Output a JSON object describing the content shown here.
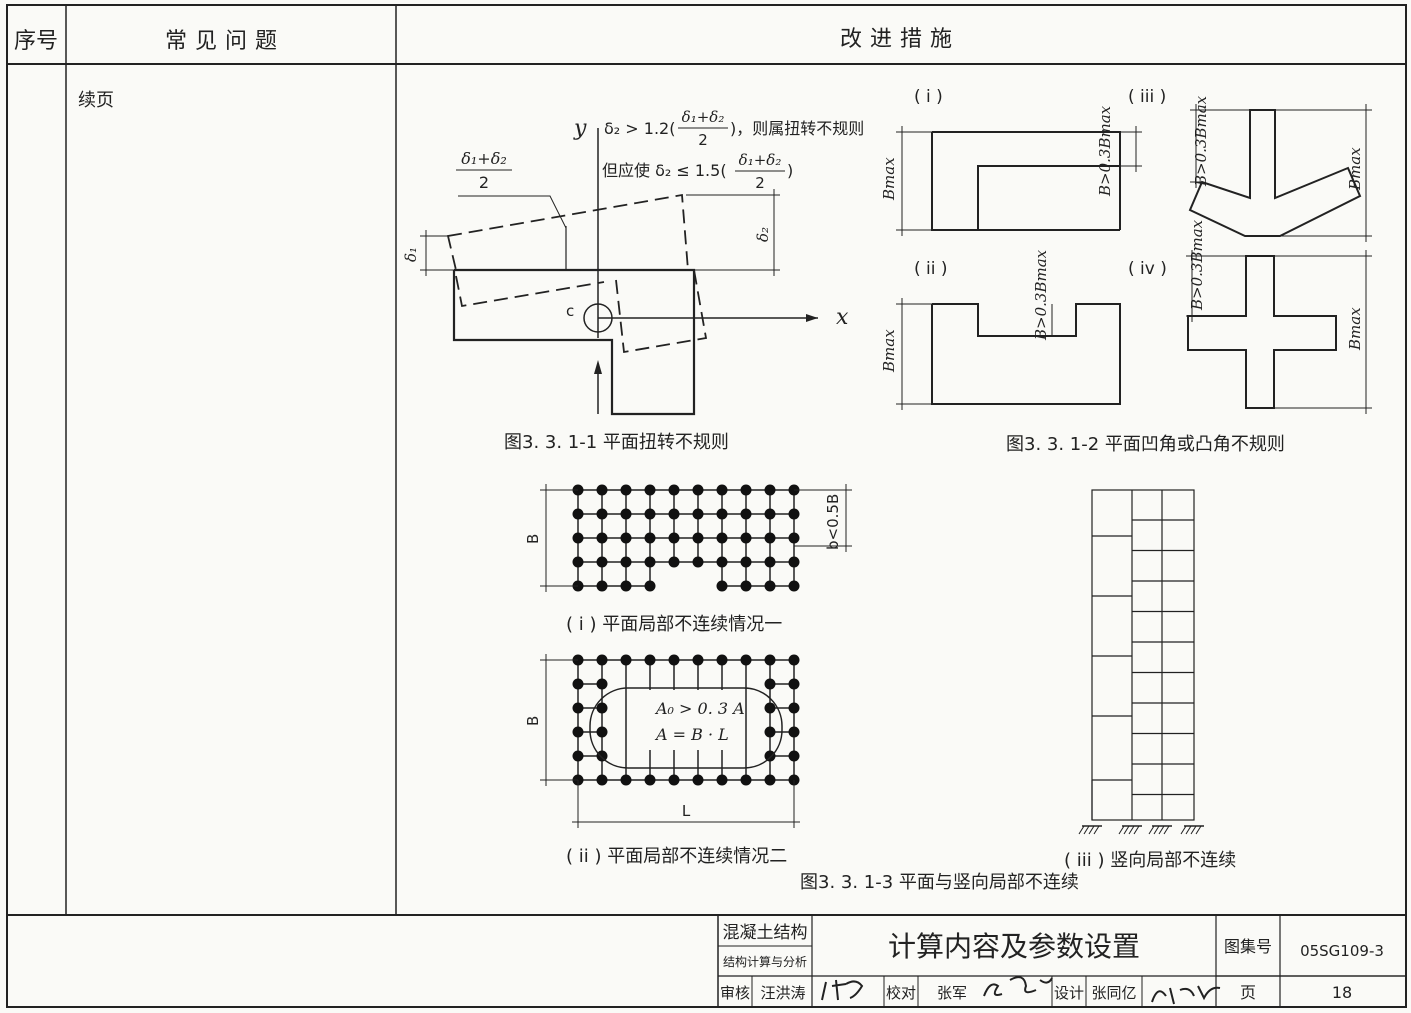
{
  "header": {
    "col_index": "序号",
    "col_problem": "常见问题",
    "col_measure": "改进措施"
  },
  "row": {
    "problem_text": "续页"
  },
  "fig1": {
    "caption": "图3. 3. 1-1  平面扭转不规则",
    "condition_1": "δ₂ > 1.2 (δ₁+δ₂ / 2)，则属扭转不规则",
    "condition_1_head": "δ₂ > 1.2(",
    "condition_1_tail": ")，则属扭转不规则",
    "condition_2_head": "但应使 δ₂ ≤ 1.5(",
    "condition_2_tail": ")",
    "frac_num": "δ₁+δ₂",
    "frac_den": "2",
    "delta1": "δ₁",
    "delta2": "δ₂",
    "axis_y": "y",
    "axis_x": "x",
    "center": "c"
  },
  "fig2": {
    "caption": "图3. 3. 1-2  平面凹角或凸角不规则",
    "case_i": "( i )",
    "case_ii": "( ii )",
    "case_iii": "( iii )",
    "case_iv": "( iv )",
    "bmax": "Bmax",
    "cond": "B>0.3Bmax"
  },
  "fig3": {
    "caption": "图3. 3. 1-3  平面与竖向局部不连续",
    "sub_i": "( i ) 平面局部不连续情况一",
    "sub_ii": "( ii ) 平面局部不连续情况二",
    "sub_iii": "( iii ) 竖向局部不连续",
    "label_B": "B",
    "label_b": "b<0.5B",
    "label_L": "L",
    "eq1": "A₀ > 0. 3 A",
    "eq2": "A = B · L"
  },
  "title_block": {
    "category_1": "混凝土结构",
    "category_2": "结构计算与分析",
    "title": "计算内容及参数设置",
    "atlas_label": "图集号",
    "atlas_no": "05SG109-3",
    "review_label": "审核",
    "review_name": "汪洪涛",
    "check_label": "校对",
    "check_name": "张军",
    "design_label": "设计",
    "design_name": "张同亿",
    "page_label": "页",
    "page_no": "18"
  }
}
